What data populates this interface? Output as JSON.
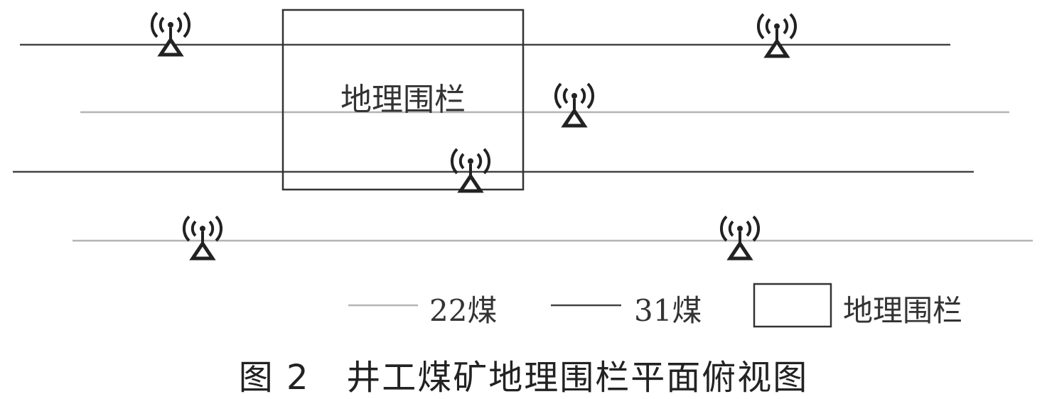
{
  "fence_label": "地理围栏",
  "legend": {
    "seam22": "22煤",
    "seam31": "31煤",
    "fence": "地理围栏"
  },
  "caption": "图 2   井工煤矿地理围栏平面俯视图",
  "colors": {
    "seam22_line": "#b4b4b4",
    "seam31_line": "#444444",
    "fence_border": "#333333",
    "icon": "#222222"
  }
}
